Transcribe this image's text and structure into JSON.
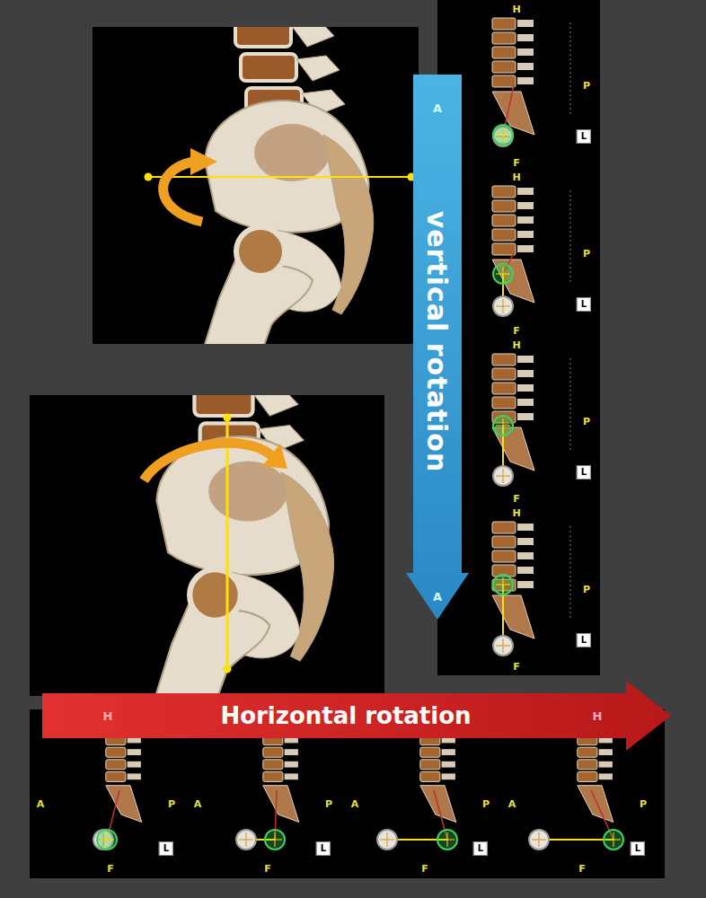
{
  "diagram": {
    "nodes": [
      {
        "text": [
          "vertical rotation"
        ]
      },
      {
        "text": [
          "Horizontal rotation"
        ]
      }
    ],
    "labels": [
      "A",
      "A",
      "H",
      "H",
      "H",
      "P",
      "F",
      "L",
      "H",
      "P",
      "F",
      "L",
      "H",
      "P",
      "F",
      "L",
      "H",
      "P",
      "F",
      "L",
      "A",
      "P",
      "F",
      "L",
      "A",
      "P",
      "F",
      "L",
      "A",
      "P",
      "F",
      "L",
      "A",
      "P",
      "F",
      "L"
    ]
  }
}
